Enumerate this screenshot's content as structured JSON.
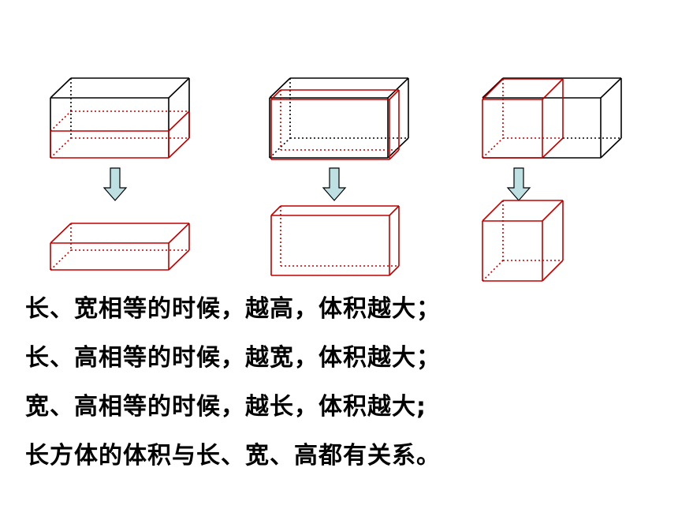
{
  "colors": {
    "black": "#000000",
    "red": "#c00000",
    "arrow_fill": "#bfe0e3"
  },
  "statements": [
    "长、宽相等的时候，越高，体积越大；",
    "长、高相等的时候，越宽，体积越大；",
    "宽、高相等的时候，越长，体积越大;",
    "长方体的体积与长、宽、高都有关系。"
  ]
}
